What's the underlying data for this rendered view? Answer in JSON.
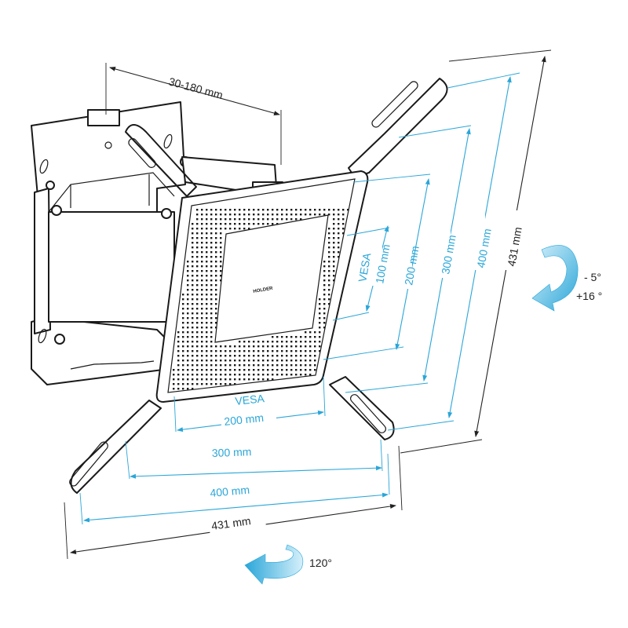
{
  "colors": {
    "dimension_blue": "#2aa6d8",
    "line_dark": "#1a1a1a",
    "rotation_arrow_light": "#bfe6f7",
    "rotation_arrow_dark": "#2aa6d8"
  },
  "labels": {
    "arm_extension": "30-180 mm",
    "vesa_small_title": "VESA",
    "vesa_small_value": "100 mm",
    "vesa_200_vertical": "200 mm",
    "vesa_300_vertical": "300 mm",
    "vesa_400_vertical": "400 mm",
    "overall_height": "431 mm",
    "vesa_title_bottom": "VESA",
    "vesa_200_horizontal": "200 mm",
    "vesa_300_horizontal": "300 mm",
    "vesa_400_horizontal": "400 mm",
    "overall_width": "431 mm",
    "tilt_up": "- 5°",
    "tilt_down": "+16 °",
    "swivel": "120°",
    "brand_logo": "HOLDER"
  },
  "icons": {
    "tilt": "curved-tilt-arrow-icon",
    "swivel": "curved-swivel-arrow-icon"
  }
}
